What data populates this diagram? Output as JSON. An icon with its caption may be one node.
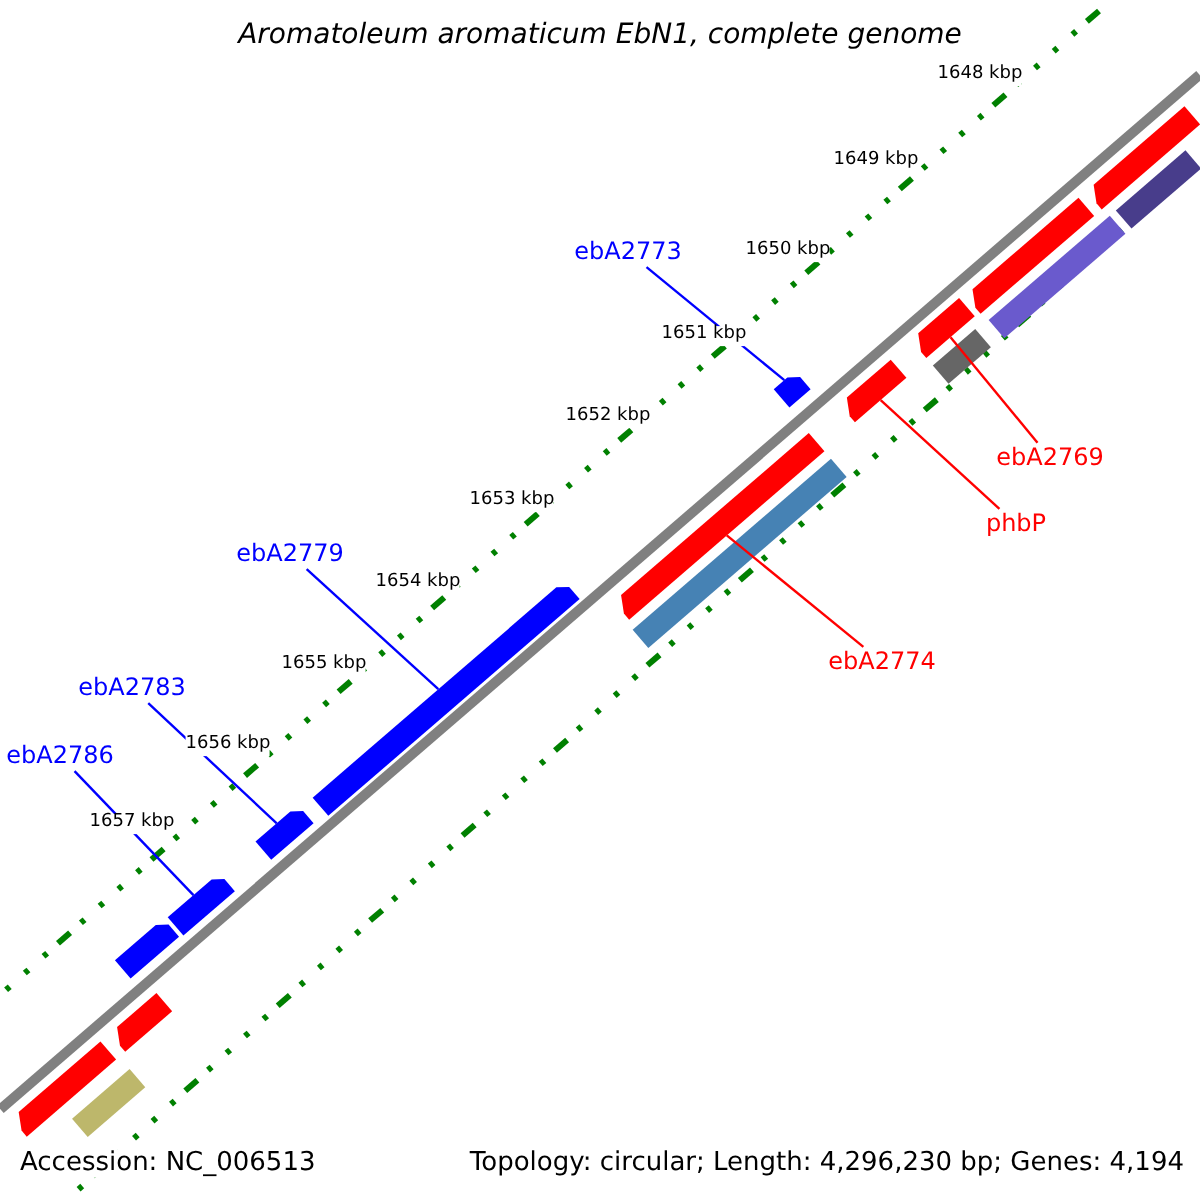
{
  "diagram": {
    "title": "Aromatoleum aromaticum EbN1, complete genome",
    "nodes": [
      {
        "text": [
          "ebA2773"
        ]
      },
      {
        "text": [],
        "shape": "pentagon"
      },
      {
        "text": [
          "ebA2769"
        ]
      },
      {
        "text": [],
        "shape": "pentagon"
      },
      {
        "text": [
          "phbP"
        ]
      },
      {
        "text": [],
        "shape": "pentagon"
      },
      {
        "text": [
          "ebA2779"
        ]
      },
      {
        "text": [],
        "shape": "pentagon"
      },
      {
        "text": [
          "ebA2774"
        ]
      },
      {
        "text": [],
        "shape": "pentagon"
      },
      {
        "text": [
          "ebA2783"
        ]
      },
      {
        "text": [],
        "shape": "pentagon"
      },
      {
        "text": [
          "ebA2786"
        ]
      },
      {
        "text": [],
        "shape": "pentagon"
      },
      {
        "text": [],
        "shape": "pentagon"
      },
      {
        "text": [],
        "shape": "pentagon"
      },
      {
        "text": [],
        "shape": "bar"
      },
      {
        "text": [],
        "shape": "bar"
      },
      {
        "text": [],
        "shape": "bar"
      },
      {
        "text": [],
        "shape": "bar"
      },
      {
        "text": [],
        "shape": "pentagon"
      },
      {
        "text": [],
        "shape": "pentagon"
      },
      {
        "text": [],
        "shape": "pentagon"
      },
      {
        "text": [],
        "shape": "bar"
      }
    ],
    "edges": [
      {
        "from": 0,
        "to": 1,
        "arrow": "none"
      },
      {
        "from": 2,
        "to": 3,
        "arrow": "none",
        "color": "#ff0000"
      },
      {
        "from": 4,
        "to": 5,
        "arrow": "none",
        "color": "#ff0000"
      },
      {
        "from": 6,
        "to": 7,
        "arrow": "none"
      },
      {
        "from": 8,
        "to": 9,
        "arrow": "none",
        "color": "#ff0000"
      },
      {
        "from": 10,
        "to": 11,
        "arrow": "none"
      },
      {
        "from": 12,
        "to": 13,
        "arrow": "none"
      }
    ],
    "labels": [
      "1648 kbp",
      "1649 kbp",
      "1650 kbp",
      "1651 kbp",
      "1652 kbp",
      "1653 kbp",
      "1654 kbp",
      "1655 kbp",
      "1656 kbp",
      "1657 kbp",
      "Accession: NC_006513",
      "Topology: circular; Length: 4,296,230 bp; Genes: 4,194"
    ]
  }
}
